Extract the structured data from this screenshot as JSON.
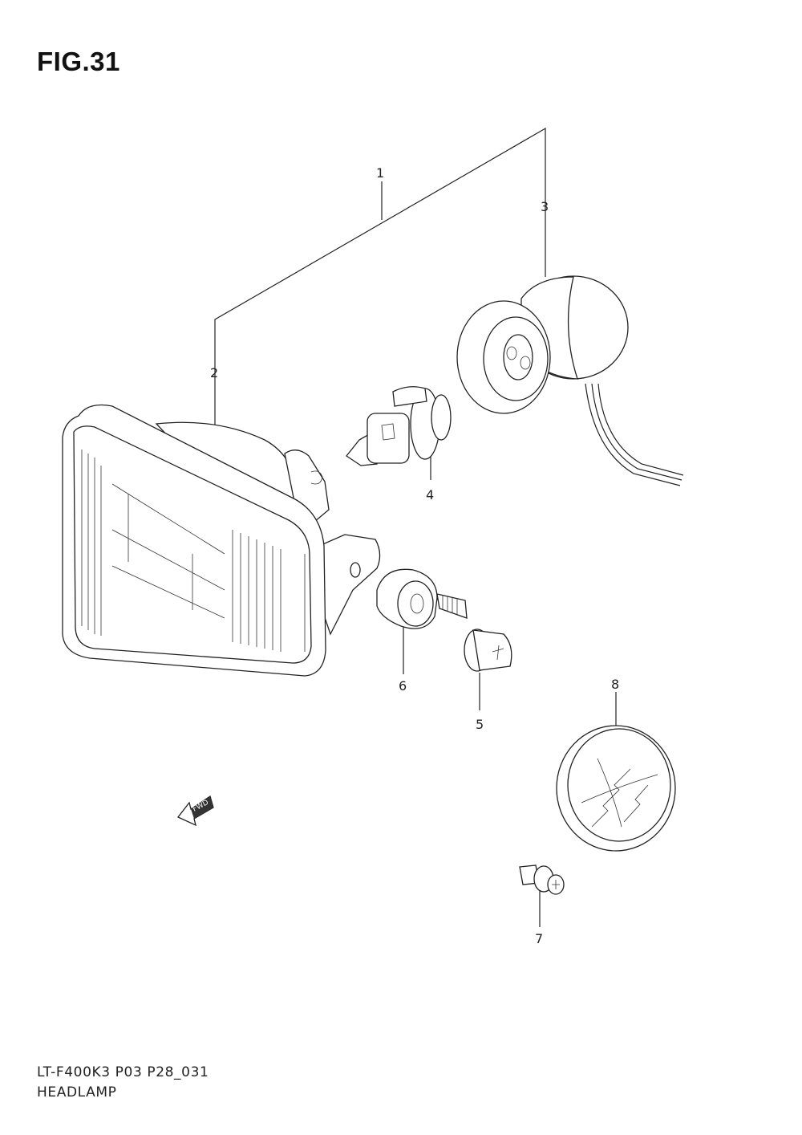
{
  "figure": {
    "title": "FIG.31"
  },
  "footer": {
    "model_code": "LT-F400K3  P03  P28_031",
    "section_name": "HEADLAMP"
  },
  "fwd_arrow": {
    "label": "FWD",
    "icon": "forward-arrow-icon"
  },
  "callouts": [
    {
      "number": "1",
      "part": "headlamp-assembly"
    },
    {
      "number": "2",
      "part": "headlamp-lens-unit"
    },
    {
      "number": "3",
      "part": "bulb-socket-with-wires"
    },
    {
      "number": "4",
      "part": "headlamp-bulb"
    },
    {
      "number": "5",
      "part": "mounting-bolt"
    },
    {
      "number": "6",
      "part": "rubber-cushion"
    },
    {
      "number": "7",
      "part": "adjusting-screw"
    },
    {
      "number": "8",
      "part": "cover-cap"
    }
  ]
}
